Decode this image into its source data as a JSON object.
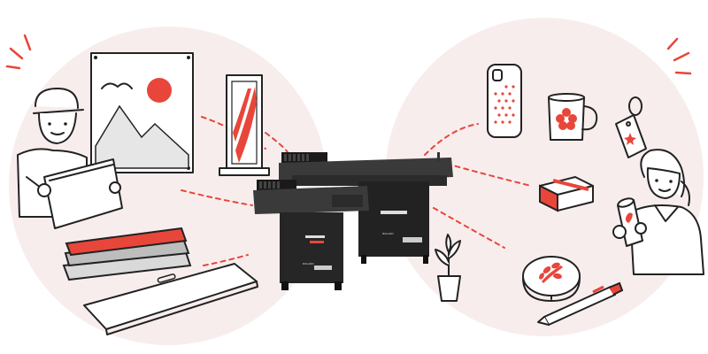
{
  "colors": {
    "accent": "#e8463a",
    "blob": "#f8eded",
    "ink": "#222222",
    "printer_body": "#2b2b2b",
    "printer_dark": "#1a1a1a"
  },
  "printer_panel_labels": [
    "ROLAND",
    "ROLAND"
  ],
  "icons": {
    "left_person": "person-with-board",
    "right_person": "person-with-tumbler",
    "products_left": [
      "framed-print",
      "standee",
      "stacked-boards",
      "acrylic-sheet"
    ],
    "products_right": [
      "phone-case",
      "mug",
      "keychain-tag",
      "gift-box",
      "coaster",
      "pen",
      "plant"
    ]
  }
}
